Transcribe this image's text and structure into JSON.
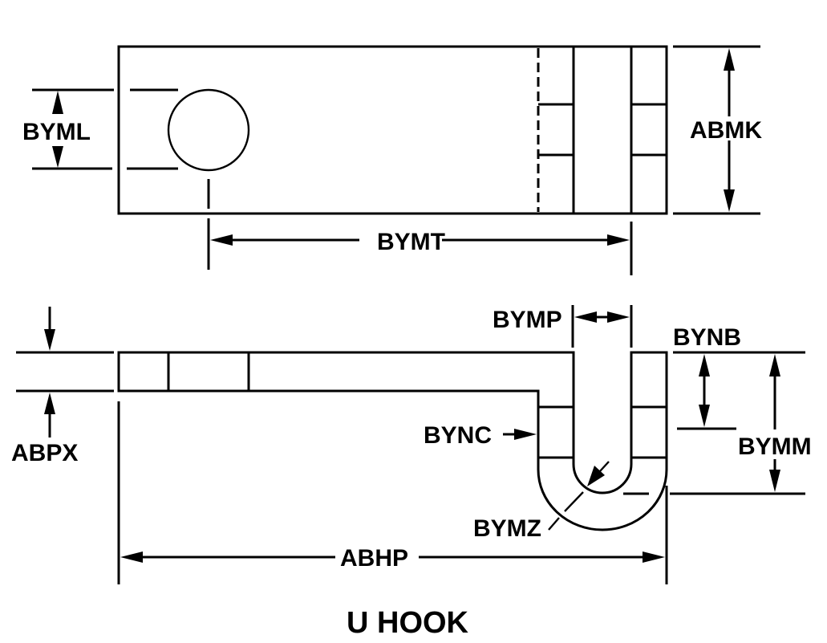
{
  "title": "U HOOK",
  "colors": {
    "ink": "#000000",
    "background": "#ffffff"
  },
  "top_view": {
    "dimensions": {
      "hole_diameter": "BYML",
      "overall_width": "ABMK",
      "hole_to_slot_length": "BYMT"
    }
  },
  "side_view": {
    "dimensions": {
      "thickness": "ABPX",
      "slot_width": "BYMP",
      "straight_depth": "BYNB",
      "step_offset": "BYNC",
      "overall_depth": "BYMM",
      "bend_radius": "BYMZ",
      "overall_length": "ABHP"
    }
  }
}
